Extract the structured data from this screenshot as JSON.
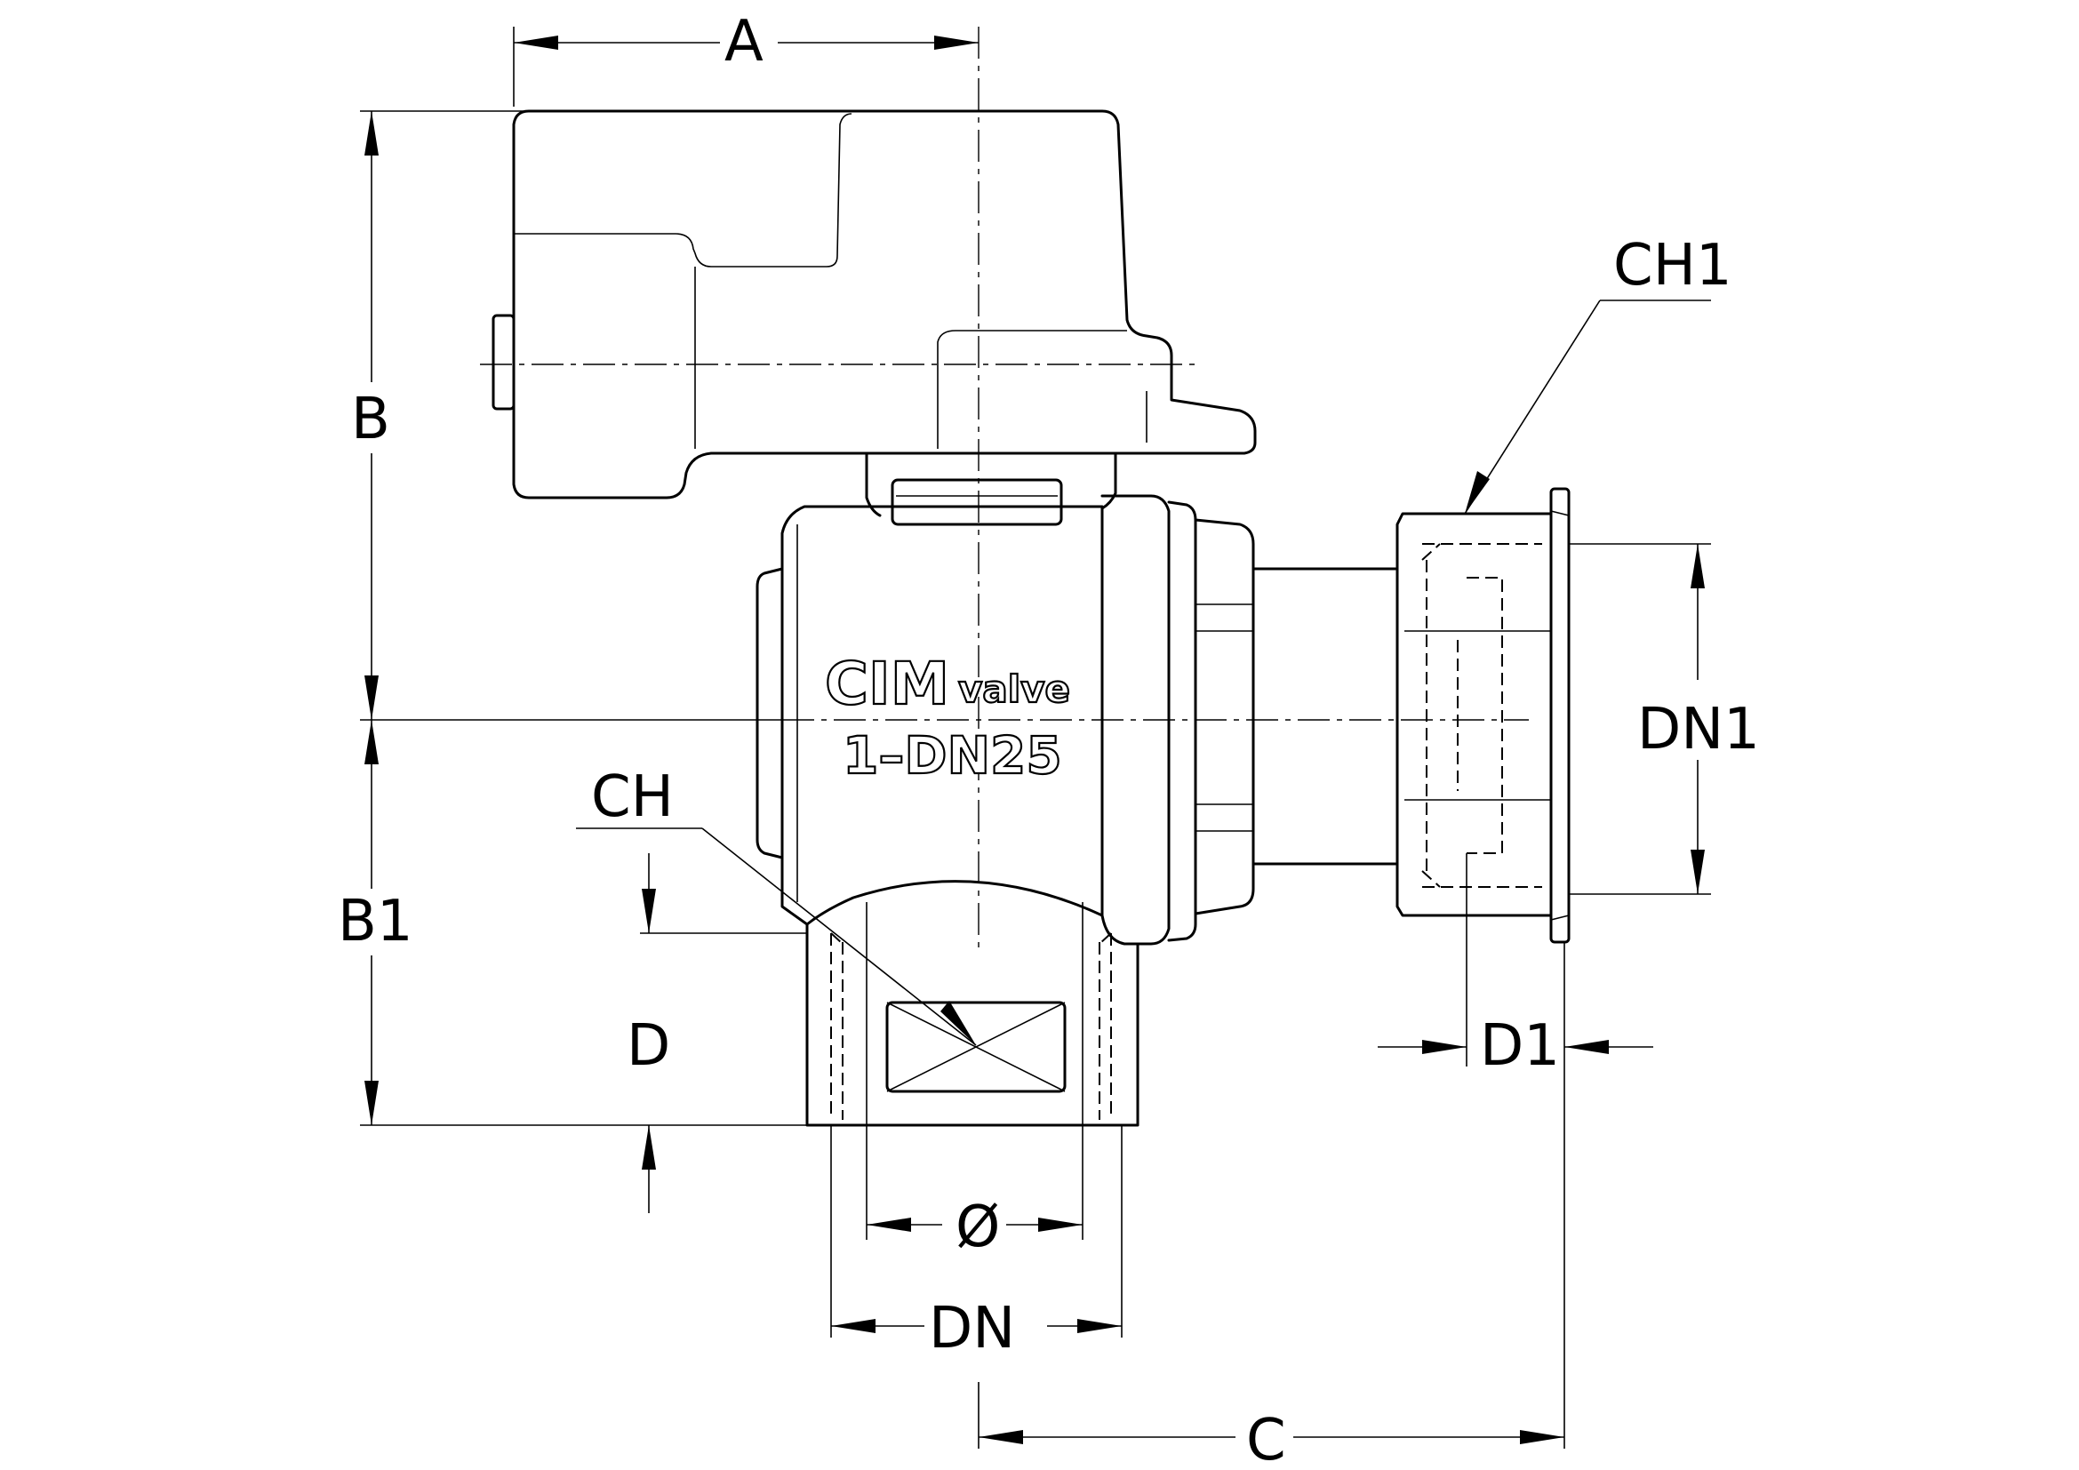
{
  "dimensions": {
    "A": "A",
    "B": "B",
    "B1": "B1",
    "C": "C",
    "CH": "CH",
    "CH1": "CH1",
    "D": "D",
    "D1": "D1",
    "DN": "DN",
    "DN1": "DN1",
    "diameter": "Ø"
  },
  "marking": {
    "logo_mark": "CIM",
    "logo_word": "valve",
    "size_code": "1–DN25"
  }
}
